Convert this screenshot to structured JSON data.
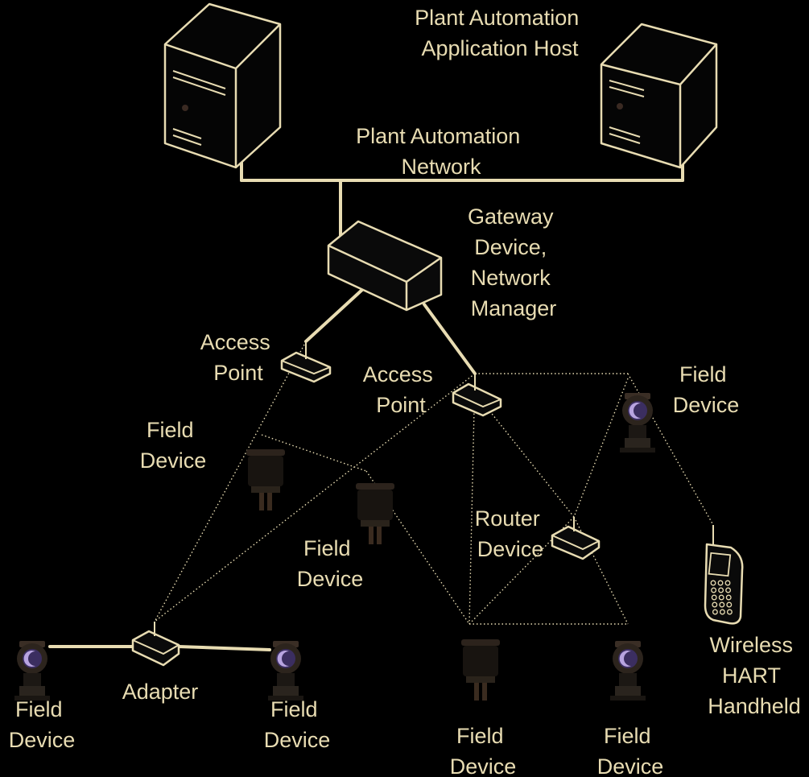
{
  "colors": {
    "background": "#000000",
    "line": "#e8dcb2",
    "text": "#e8dcb2",
    "device_body": "#2a2420",
    "device_window": "#7d5ea8"
  },
  "labels": {
    "host": [
      "Plant Automation",
      "Application Host"
    ],
    "network": [
      "Plant Automation",
      "Network"
    ],
    "gateway": [
      "Gateway",
      "Device,",
      "Network",
      "Manager"
    ],
    "access_point_left": [
      "Access",
      "Point"
    ],
    "access_point_center": [
      "Access",
      "Point"
    ],
    "field_device_right_top": [
      "Field",
      "Device"
    ],
    "field_device_left": [
      "Field",
      "Device"
    ],
    "field_device_center": [
      "Field",
      "Device"
    ],
    "router": [
      "Router",
      "Device"
    ],
    "handheld": [
      "Wireless",
      "HART",
      "Handheld"
    ],
    "adapter": "Adapter",
    "field_device_bottom_1": [
      "Field",
      "Device"
    ],
    "field_device_bottom_2": [
      "Field",
      "Device"
    ],
    "field_device_bottom_3": [
      "Field",
      "Device"
    ],
    "field_device_bottom_4": [
      "Field",
      "Device"
    ]
  },
  "icons": {
    "server": "server-tower-icon",
    "gateway": "gateway-box-icon",
    "access_point": "access-point-icon",
    "router": "router-box-icon",
    "adapter": "adapter-box-icon",
    "transmitter": "pressure-transmitter-icon",
    "level_device": "level-transmitter-icon",
    "handheld": "handheld-device-icon"
  }
}
